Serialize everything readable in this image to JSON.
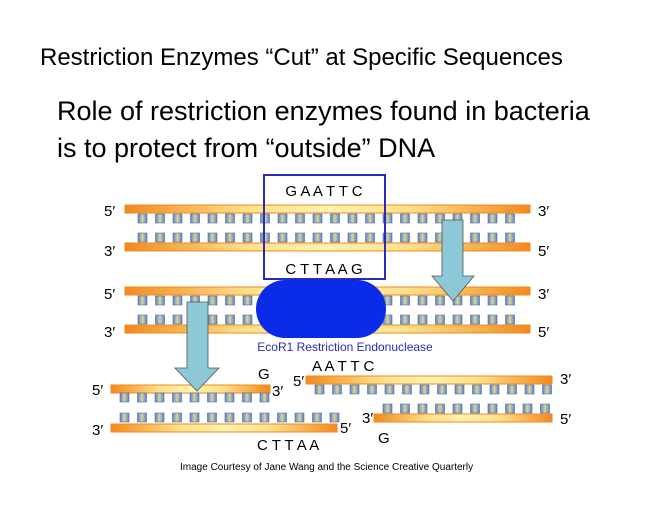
{
  "slide": {
    "title": "Restriction Enzymes  “Cut” at Specific Sequences",
    "subtitle_line1": "Role of restriction enzymes found in bacteria",
    "subtitle_line2": "is to protect from “outside” DNA",
    "credit": "Image Courtesy of Jane Wang and the Science Creative Quarterly"
  },
  "diagram": {
    "recognition_top": "G A A T T C",
    "recognition_bottom": "C T T A A G",
    "enzyme_label": "EcoR1 Restriction Endonuclease",
    "five_prime": "5′",
    "three_prime": "3′",
    "left_fragment_overhang_top": "G",
    "left_fragment_overhang_bottom": "C T T A A",
    "right_fragment_overhang_top": "A A T T C",
    "right_fragment_overhang_bottom": "G",
    "colors": {
      "strand": "#f5962a",
      "enzyme": "#0a2be8",
      "box": "#2a2ab8",
      "arrow": "#8cc8d6",
      "label": "#2a2ab8"
    }
  }
}
